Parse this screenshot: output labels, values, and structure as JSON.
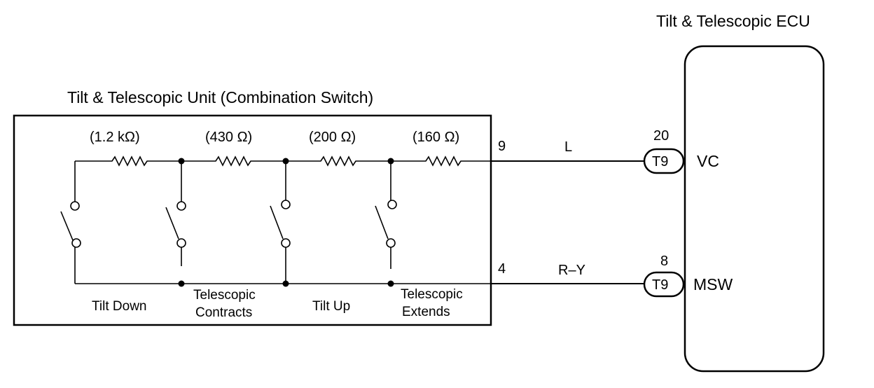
{
  "ecu": {
    "title": "Tilt & Telescopic ECU",
    "terminals": [
      {
        "pin": "20",
        "connector": "T9",
        "signal": "VC"
      },
      {
        "pin": "8",
        "connector": "T9",
        "signal": "MSW"
      }
    ]
  },
  "unit": {
    "title": "Tilt & Telescopic Unit (Combination Switch)",
    "resistors": [
      "(1.2 kΩ)",
      "(430 Ω)",
      "(200 Ω)",
      "(160 Ω)"
    ],
    "switches": [
      {
        "lines": [
          "Tilt Down"
        ]
      },
      {
        "lines": [
          "Telescopic",
          "Contracts"
        ]
      },
      {
        "lines": [
          "Tilt Up"
        ]
      },
      {
        "lines": [
          "Telescopic",
          "Extends"
        ]
      }
    ],
    "pins": [
      "9",
      "4"
    ]
  },
  "wires": [
    {
      "color_code": "L"
    },
    {
      "color_code": "R–Y"
    }
  ]
}
